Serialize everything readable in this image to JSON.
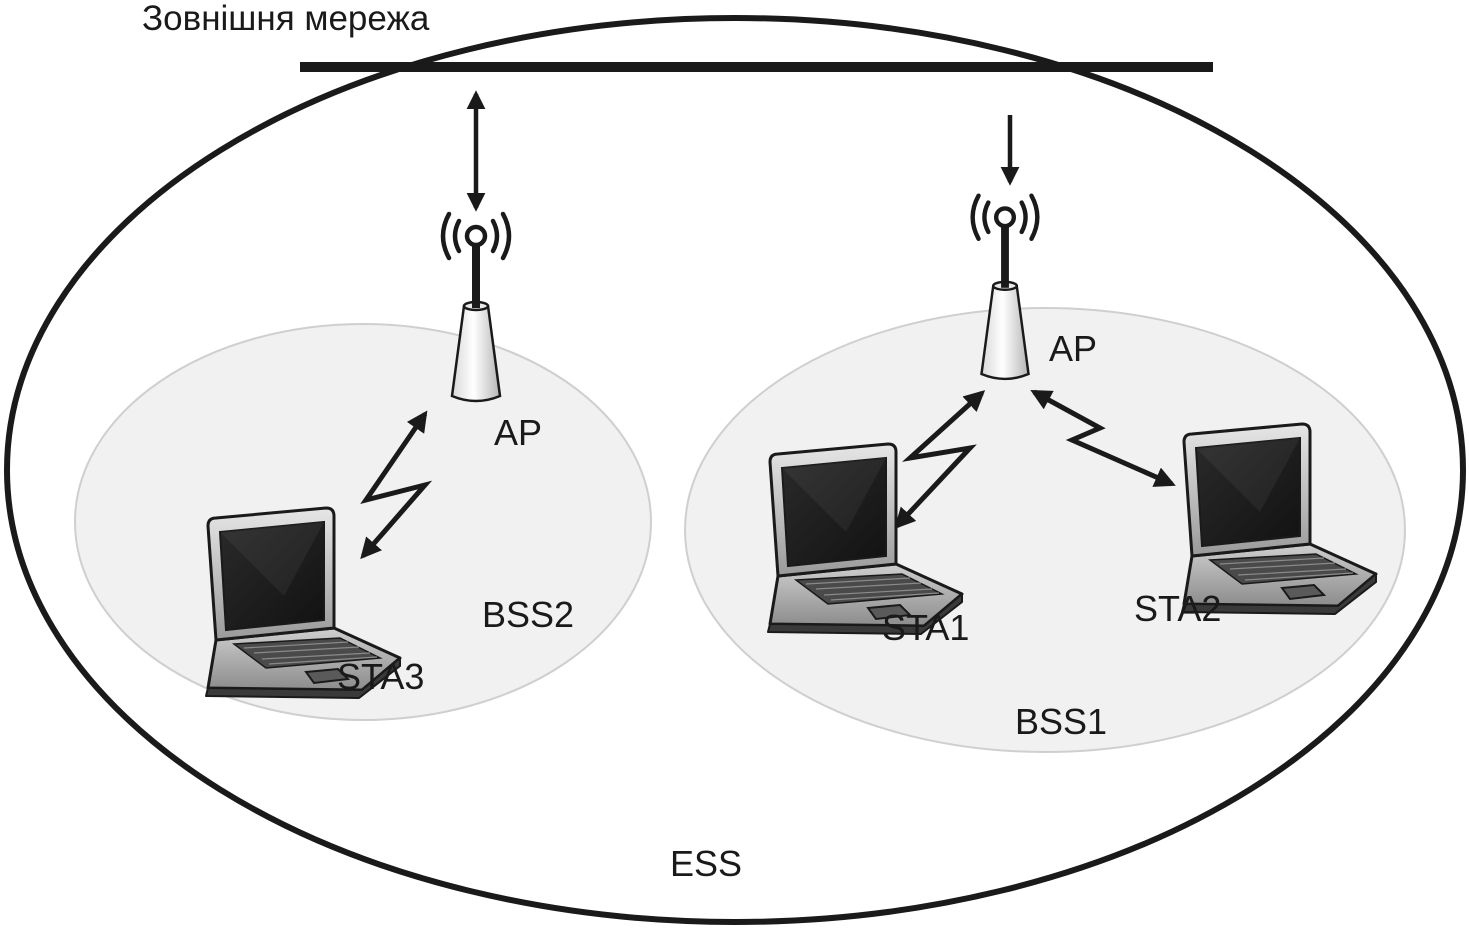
{
  "labels": {
    "external_network": "Зовнішня мережа",
    "ess": "ESS",
    "bss1": "BSS1",
    "bss2": "BSS2",
    "ap_left": "AP",
    "ap_right": "AP",
    "sta1": "STA1",
    "sta2": "STA2",
    "sta3": "STA3"
  },
  "colors": {
    "line": "#1a1a1a",
    "bss_fill": "#f1f1f1",
    "bss_stroke": "#cfcfcf",
    "screen": "#1c1c1c"
  },
  "icons": [
    "access-point-icon",
    "laptop-icon",
    "wireless-link-icon"
  ]
}
